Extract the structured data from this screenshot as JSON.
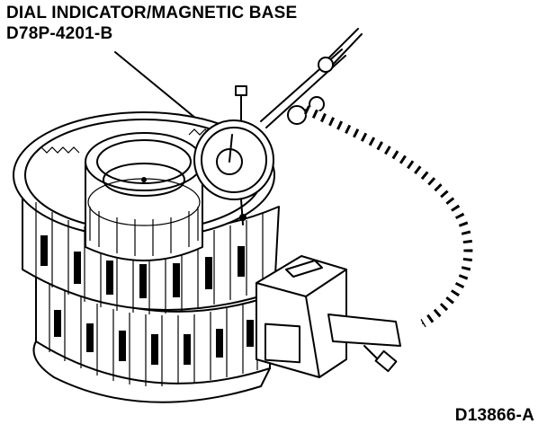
{
  "callout": {
    "line1": "DIAL INDICATOR/MAGNETIC BASE",
    "line2": "D78P-4201-B"
  },
  "figure_id": "D13866-A"
}
